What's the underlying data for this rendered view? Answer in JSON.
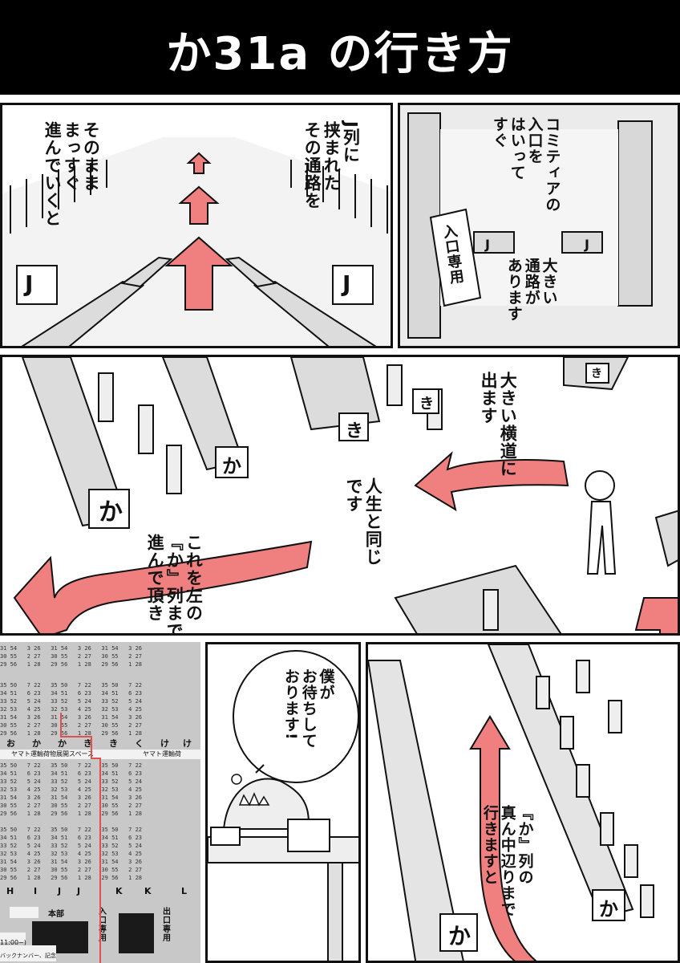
{
  "title": "か31a の行き方",
  "panel1": {
    "left_text": "そのまま\nまっすぐ\n進んでいくと",
    "right_text": "J列に\n挟まれた\nその通路を",
    "sign_left": "J",
    "sign_right": "J"
  },
  "panel2": {
    "text_top": "コミティアの\n入口を\nはいって\nすぐ",
    "text_bottom": "大きい\n通路が\nあります",
    "sign_entrance": "入口専用",
    "sign_j1": "J",
    "sign_j2": "J"
  },
  "panel3": {
    "text_right": "大きい横道に\n出ます",
    "text_mid": "人生と同じ\nです",
    "text_left": "これを左の\n『か』列まで\n進んで頂き",
    "signs": [
      "か",
      "か",
      "き",
      "き",
      "き"
    ]
  },
  "panel4": {
    "row_labels": [
      "お",
      "か",
      "か",
      "き",
      "き",
      "く",
      "け",
      "け"
    ],
    "banner_left": "ヤマト運輸荷物展開スペース",
    "banner_right": "ヤマト運輸荷",
    "col_labels": [
      "H",
      "I",
      "J",
      "J",
      "K",
      "K",
      "L"
    ],
    "honbu": "本部",
    "entrance": "入口専用",
    "exit": "出口専用",
    "time": "11:00~)",
    "backnumber": "バックナンバー、記念本",
    "number_rows": [
      "35 50   7 22   35 50   7 22   35 50   7 22",
      "34 51   6 23   34 51   6 23   34 51   6 23",
      "33 52   5 24   33 52   5 24   33 52   5 24",
      "32 53   4 25   32 53   4 25   32 53   4 25",
      "31 54   3 26   31 54   3 26   31 54   3 26",
      "30 55   2 27   30 55   2 27   30 55   2 27",
      "29 56   1 28   29 56   1 28   29 56   1 28"
    ]
  },
  "panel5": {
    "speech": "僕が\nお待ちして\nおります!"
  },
  "panel6": {
    "text": "『か』列の\n真ん中辺りまで\n行きますと",
    "sign1": "か",
    "sign2": "か"
  },
  "colors": {
    "arrow": "#f08080",
    "ink": "#111111",
    "floor": "#e6e6e6"
  }
}
